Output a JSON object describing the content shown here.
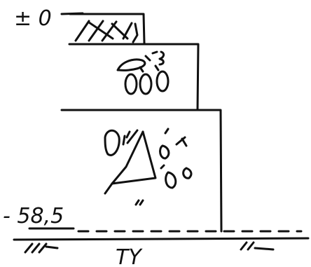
{
  "labels": {
    "top_level": "± 0",
    "bottom_level": "- 58,5",
    "ground_label": "TY"
  },
  "colors": {
    "ink": "#111111",
    "background": "#ffffff"
  }
}
